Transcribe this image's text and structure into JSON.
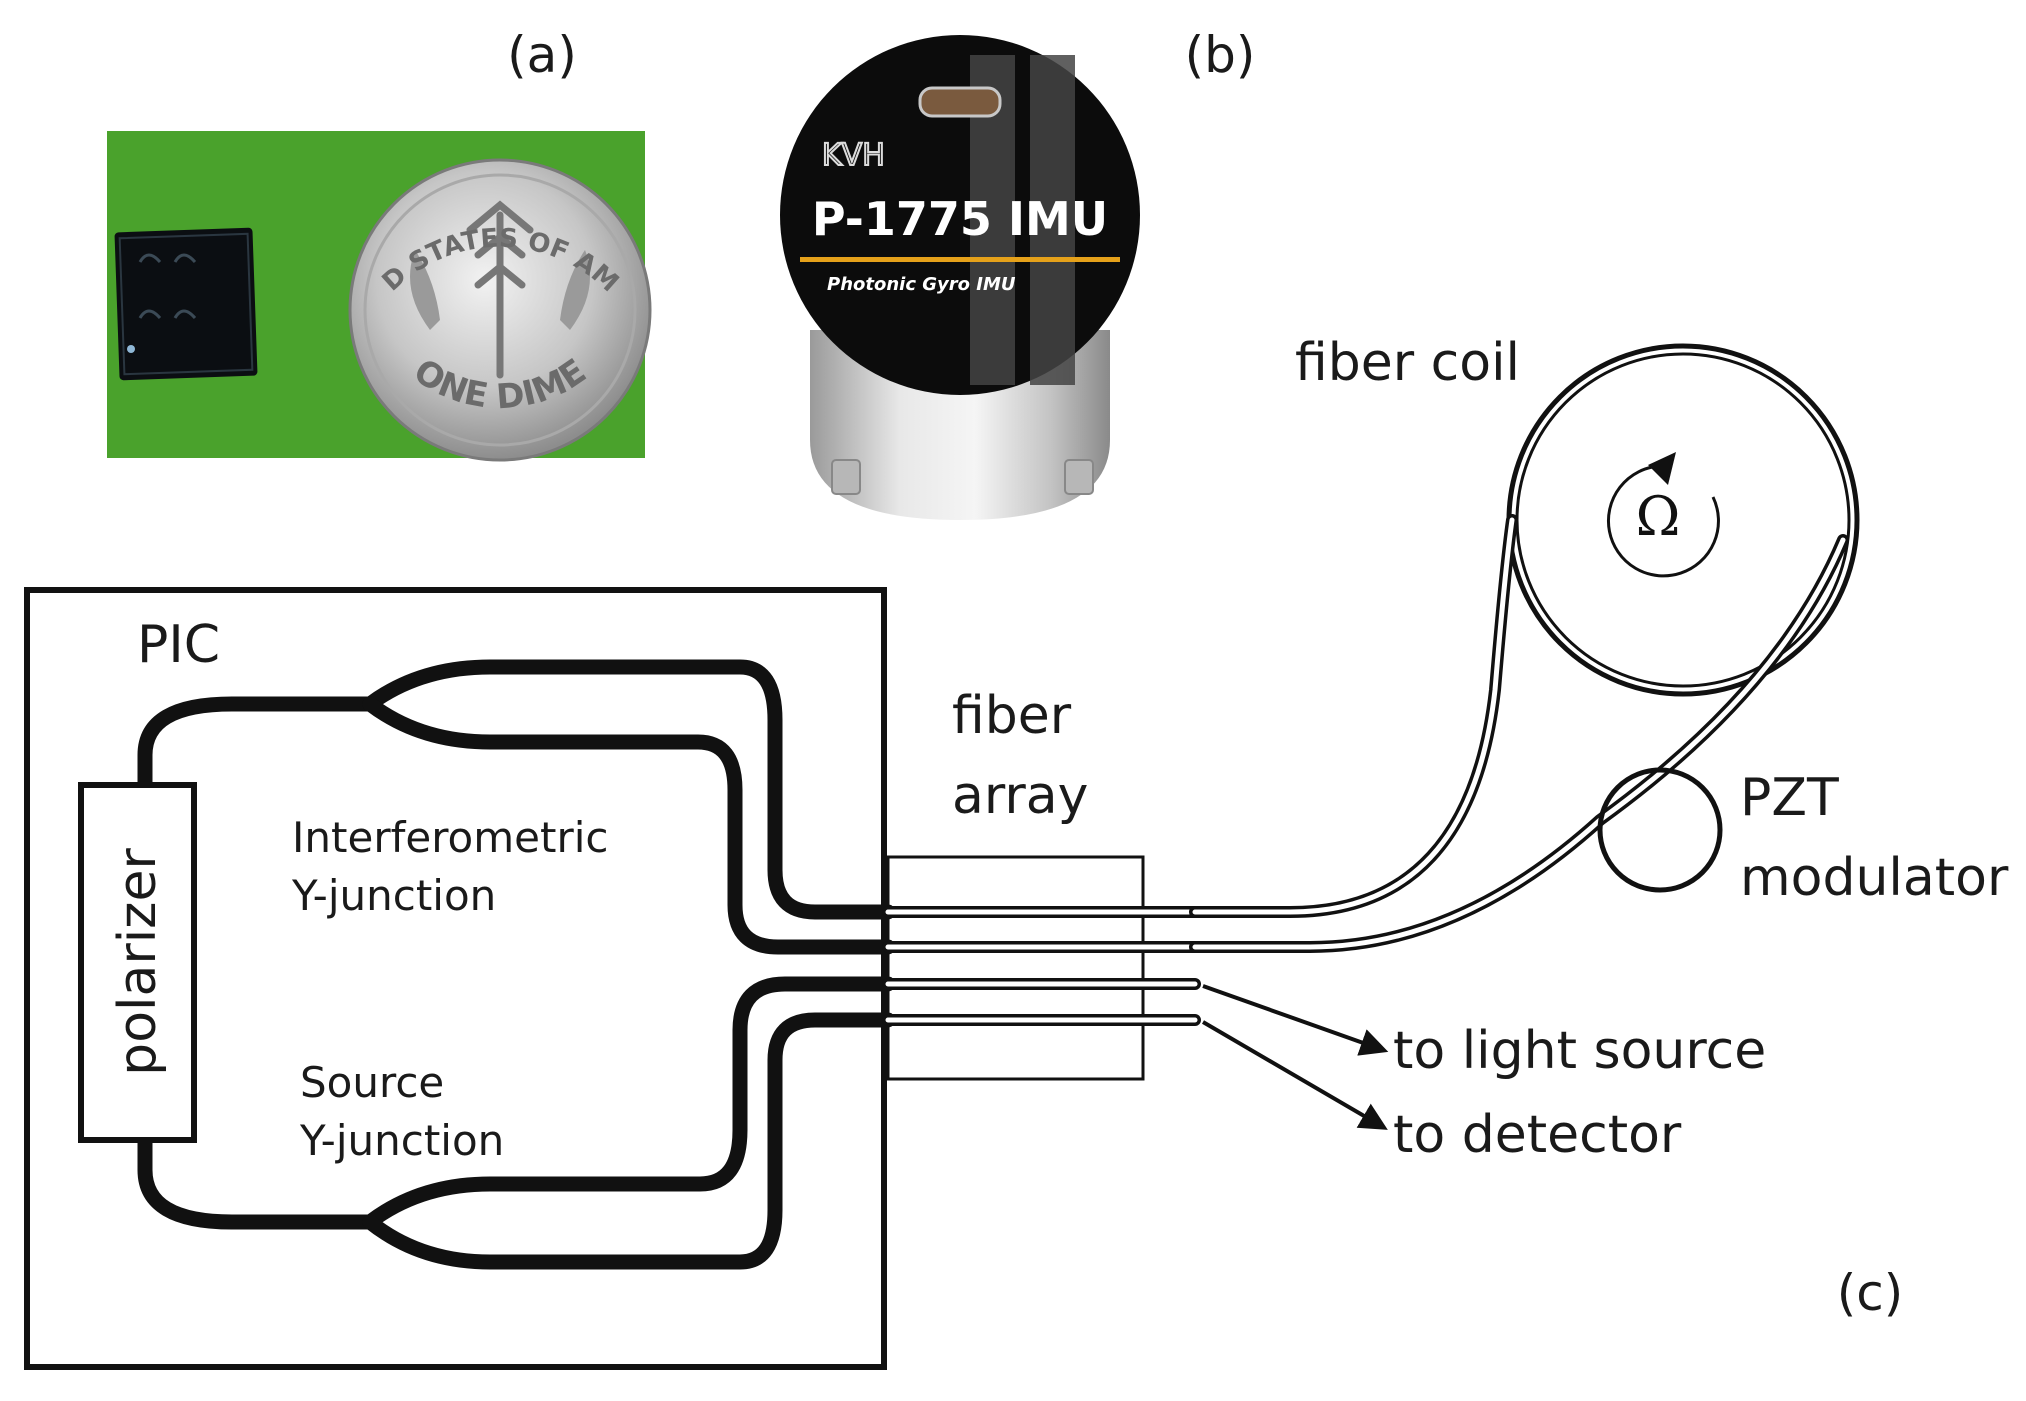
{
  "panels": {
    "a": "(a)",
    "b": "(b)",
    "c": "(c)"
  },
  "photo_a": {
    "coin_top": "UNITED STATES OF AMERICA",
    "coin_bottom": "ONE DIME"
  },
  "photo_b": {
    "brand": "KVH",
    "model": "P-1775 IMU",
    "subtitle": "Photonic Gyro IMU"
  },
  "diagram": {
    "pic": "PIC",
    "polarizer": "polarizer",
    "interferometric_line1": "Interferometric",
    "interferometric_line2": "Y-junction",
    "source_line1": "Source",
    "source_line2": "Y-junction",
    "fiber_array_line1": "fiber",
    "fiber_array_line2": "array",
    "fiber_coil": "fiber coil",
    "omega": "Ω",
    "pzt_line1": "PZT",
    "pzt_line2": "modulator",
    "to_light_source": "to light source",
    "to_detector": "to detector"
  },
  "colors": {
    "green_background": "#4aa22c",
    "ink": "#111111",
    "imu_stripe": "#e5a11a"
  },
  "icons": [
    "coin-photo",
    "chip-photo",
    "imu-photo",
    "rotation-arrow-icon",
    "arrow-icon"
  ]
}
